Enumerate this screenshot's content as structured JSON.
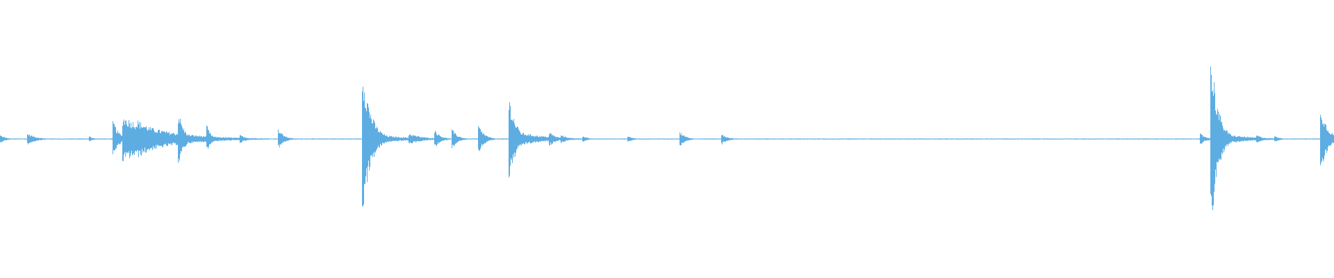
{
  "waveform": {
    "color": "#5dade2",
    "background": "#ffffff",
    "duration_fraction_note": "",
    "baseline_amplitude": 0.004,
    "events": [
      {
        "t": 0.0,
        "amp": 0.03,
        "decay": 0.004
      },
      {
        "t": 0.021,
        "amp": 0.04,
        "decay": 0.006
      },
      {
        "t": 0.067,
        "amp": 0.02,
        "decay": 0.003
      },
      {
        "t": 0.085,
        "amp": 0.13,
        "decay": 0.004
      },
      {
        "t": 0.092,
        "amp": 0.17,
        "decay": 0.03
      },
      {
        "t": 0.103,
        "amp": 0.14,
        "decay": 0.02
      },
      {
        "t": 0.134,
        "amp": 0.19,
        "decay": 0.004
      },
      {
        "t": 0.138,
        "amp": 0.04,
        "decay": 0.006
      },
      {
        "t": 0.155,
        "amp": 0.1,
        "decay": 0.003
      },
      {
        "t": 0.18,
        "amp": 0.03,
        "decay": 0.005
      },
      {
        "t": 0.209,
        "amp": 0.07,
        "decay": 0.004
      },
      {
        "t": 0.272,
        "amp": 0.52,
        "decay": 0.006
      },
      {
        "t": 0.276,
        "amp": 0.05,
        "decay": 0.02
      },
      {
        "t": 0.307,
        "amp": 0.04,
        "decay": 0.01
      },
      {
        "t": 0.326,
        "amp": 0.07,
        "decay": 0.004
      },
      {
        "t": 0.339,
        "amp": 0.07,
        "decay": 0.004
      },
      {
        "t": 0.359,
        "amp": 0.1,
        "decay": 0.004
      },
      {
        "t": 0.382,
        "amp": 0.29,
        "decay": 0.005
      },
      {
        "t": 0.386,
        "amp": 0.06,
        "decay": 0.02
      },
      {
        "t": 0.412,
        "amp": 0.05,
        "decay": 0.005
      },
      {
        "t": 0.421,
        "amp": 0.03,
        "decay": 0.005
      },
      {
        "t": 0.437,
        "amp": 0.02,
        "decay": 0.004
      },
      {
        "t": 0.471,
        "amp": 0.02,
        "decay": 0.004
      },
      {
        "t": 0.51,
        "amp": 0.05,
        "decay": 0.004
      },
      {
        "t": 0.541,
        "amp": 0.04,
        "decay": 0.004
      },
      {
        "t": 0.575,
        "amp": 0.005,
        "decay": 0.002
      },
      {
        "t": 0.9,
        "amp": 0.04,
        "decay": 0.004
      },
      {
        "t": 0.908,
        "amp": 0.63,
        "decay": 0.005
      },
      {
        "t": 0.912,
        "amp": 0.05,
        "decay": 0.02
      },
      {
        "t": 0.942,
        "amp": 0.03,
        "decay": 0.005
      },
      {
        "t": 0.956,
        "amp": 0.02,
        "decay": 0.004
      },
      {
        "t": 0.99,
        "amp": 0.24,
        "decay": 0.005
      },
      {
        "t": 0.994,
        "amp": 0.06,
        "decay": 0.012
      }
    ]
  }
}
